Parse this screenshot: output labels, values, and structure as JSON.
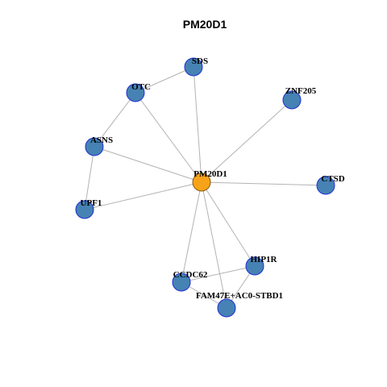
{
  "title": "PM20D1",
  "colors": {
    "center_fill": "#F6A31A",
    "node_fill": "#4682B4",
    "node_stroke": "#1F2FD0",
    "edge": "#B3B3B3"
  },
  "nodes": [
    {
      "id": "PM20D1",
      "label": "PM20D1",
      "center": true
    },
    {
      "id": "SDS",
      "label": "SDS"
    },
    {
      "id": "OTC",
      "label": "OTC"
    },
    {
      "id": "ZNF205",
      "label": "ZNF205"
    },
    {
      "id": "ASNS",
      "label": "ASNS"
    },
    {
      "id": "CTSD",
      "label": "CTSD"
    },
    {
      "id": "UPF1",
      "label": "UPF1"
    },
    {
      "id": "HIP1R",
      "label": "HIP1R"
    },
    {
      "id": "CCDC62",
      "label": "CCDC62"
    },
    {
      "id": "FAM47E",
      "label": "FAM47E+AC0-STBD1"
    }
  ],
  "edges": [
    [
      "PM20D1",
      "SDS"
    ],
    [
      "PM20D1",
      "OTC"
    ],
    [
      "PM20D1",
      "ZNF205"
    ],
    [
      "PM20D1",
      "ASNS"
    ],
    [
      "PM20D1",
      "CTSD"
    ],
    [
      "PM20D1",
      "UPF1"
    ],
    [
      "PM20D1",
      "HIP1R"
    ],
    [
      "PM20D1",
      "CCDC62"
    ],
    [
      "PM20D1",
      "FAM47E"
    ],
    [
      "SDS",
      "OTC"
    ],
    [
      "OTC",
      "ASNS"
    ],
    [
      "ASNS",
      "UPF1"
    ],
    [
      "HIP1R",
      "CCDC62"
    ],
    [
      "HIP1R",
      "FAM47E"
    ],
    [
      "CCDC62",
      "FAM47E"
    ]
  ]
}
